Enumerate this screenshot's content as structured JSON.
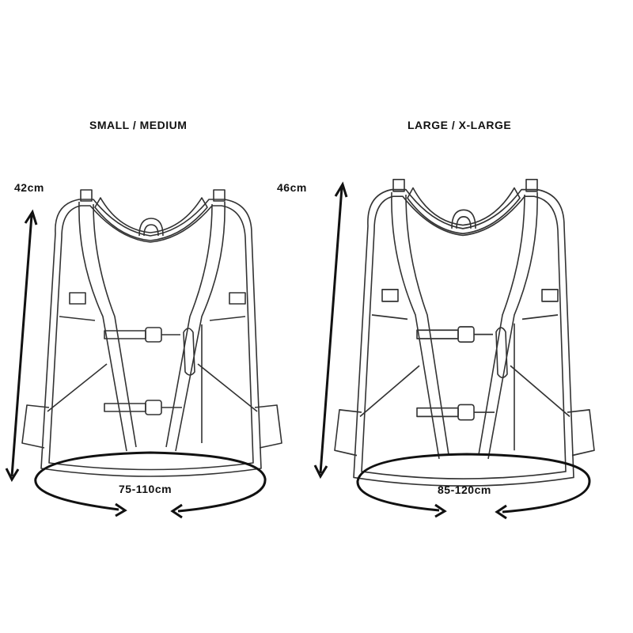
{
  "sizes": [
    {
      "title": "SMALL / MEDIUM",
      "height": "42cm",
      "waist": "75-110cm"
    },
    {
      "title": "LARGE / X-LARGE",
      "height": "46cm",
      "waist": "85-120cm"
    }
  ],
  "colors": {
    "line": "#111111",
    "outline": "#333333"
  }
}
